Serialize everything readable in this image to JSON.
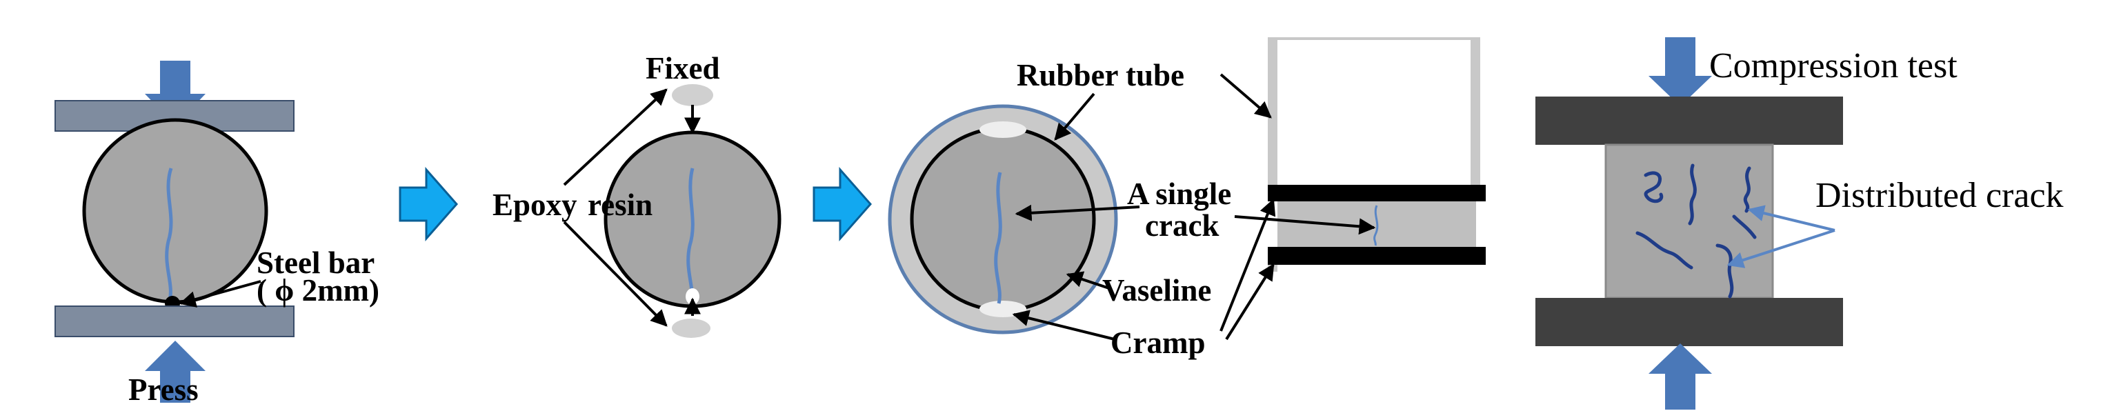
{
  "panel1": {
    "steel_bar": "Steel bar",
    "diameter": "( ϕ 2mm)",
    "press": "Press"
  },
  "panel2": {
    "fixed": "Fixed",
    "epoxy": "Epoxy",
    "resin": "resin"
  },
  "panel3": {
    "rubber_tube": "Rubber tube",
    "a_single": "A single",
    "crack": "crack",
    "vaseline": "Vaseline",
    "cramp": "Cramp"
  },
  "panel4": {
    "compression_test": "Compression test",
    "distributed_crack": "Distributed crack"
  },
  "colors": {
    "plate": "#7f8c9f",
    "specimen": "#a6a6a6",
    "arrow": "#4a78b8",
    "crack": "#5a86c5",
    "step_arrow": "#12a8f0"
  }
}
